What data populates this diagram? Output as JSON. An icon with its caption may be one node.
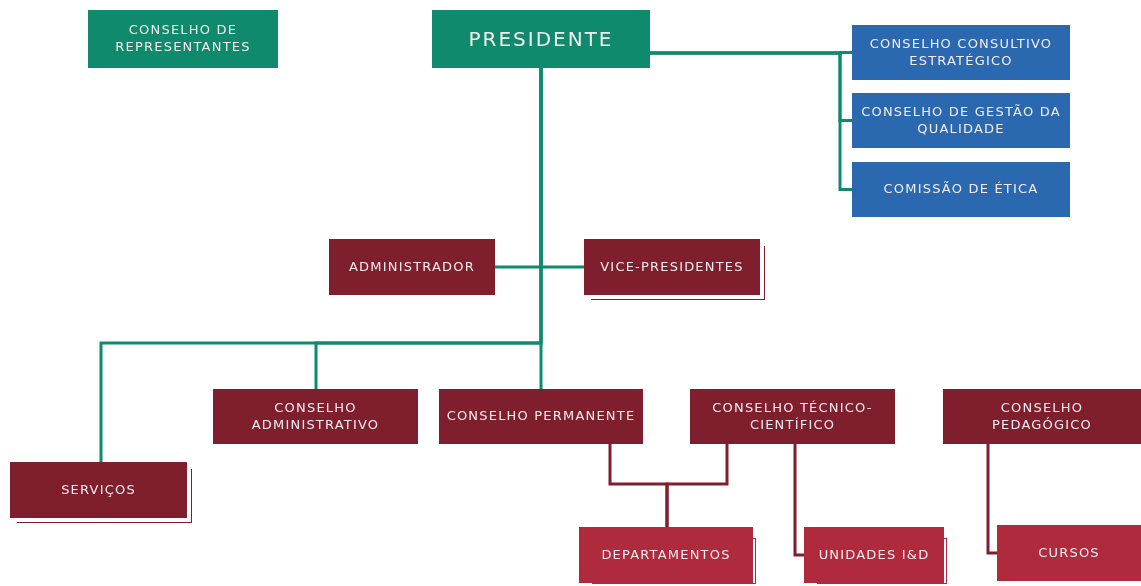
{
  "diagram": {
    "nodes": [
      {
        "text": [
          "CONSELHO DE REPRESENTANTES"
        ]
      },
      {
        "text": [
          "PRESIDENTE"
        ]
      },
      {
        "text": [
          "CONSELHO CONSULTIVO ESTRATÉGICO"
        ]
      },
      {
        "text": [
          "CONSELHO DE GESTÃO DA QUALIDADE"
        ]
      },
      {
        "text": [
          "COMISSÃO DE ÉTICA"
        ]
      },
      {
        "text": [
          "ADMINISTRADOR"
        ]
      },
      {
        "text": [
          "VICE-PRESIDENTES"
        ]
      },
      {
        "text": [
          "SERVIÇOS"
        ]
      },
      {
        "text": [
          "CONSELHO ADMINISTRATIVO"
        ]
      },
      {
        "text": [
          "CONSELHO PERMANENTE"
        ]
      },
      {
        "text": [
          "CONSELHO TÉCNICO-CIENTÍFICO"
        ]
      },
      {
        "text": [
          "CONSELHO PEDAGÓGICO"
        ]
      },
      {
        "text": [
          "DEPARTAMENTOS"
        ]
      },
      {
        "text": [
          "UNIDADES I&D"
        ]
      },
      {
        "text": [
          "CURSOS"
        ]
      }
    ],
    "edges": [
      {
        "from": 1,
        "to": 2,
        "arrow": "none"
      },
      {
        "from": 1,
        "to": 3,
        "arrow": "none"
      },
      {
        "from": 1,
        "to": 4,
        "arrow": "none"
      },
      {
        "from": 1,
        "to": 5,
        "arrow": "none"
      },
      {
        "from": 1,
        "to": 6,
        "arrow": "none"
      },
      {
        "from": 1,
        "to": 7,
        "arrow": "none"
      },
      {
        "from": 1,
        "to": 8,
        "arrow": "none"
      },
      {
        "from": 1,
        "to": 9,
        "arrow": "none"
      },
      {
        "from": 9,
        "to": 12,
        "arrow": "none",
        "color": "#7f1f2e"
      },
      {
        "from": 10,
        "to": 12,
        "arrow": "none",
        "color": "#7f1f2e"
      },
      {
        "from": 10,
        "to": 13,
        "arrow": "none",
        "color": "#7f1f2e"
      },
      {
        "from": 11,
        "to": 14,
        "arrow": "none",
        "color": "#7f1f2e"
      }
    ]
  }
}
